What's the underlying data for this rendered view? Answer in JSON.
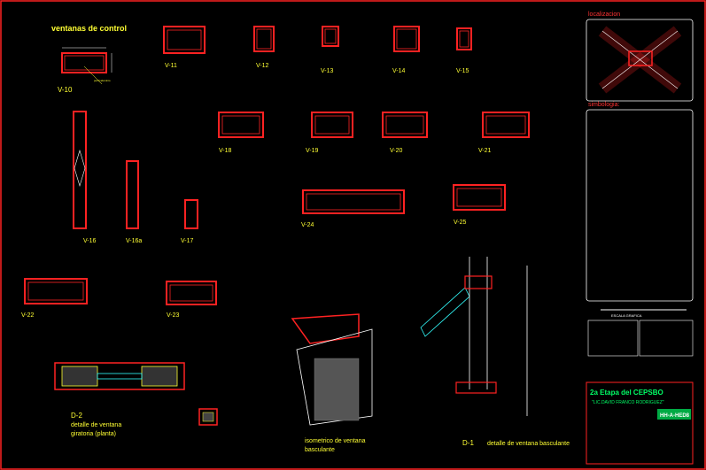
{
  "colors": {
    "background": "#000000",
    "frame": "#ff2222",
    "text": "#ffff33",
    "white": "#ffffff",
    "cyan": "#33ffff",
    "green": "#00ff66",
    "magenta": "#ff33ff",
    "hatch": "#ff66ff"
  },
  "title": "ventanas de control",
  "windows": {
    "v10": "V-10",
    "v11": "V-11",
    "v12": "V-12",
    "v13": "V-13",
    "v14": "V-14",
    "v15": "V-15",
    "v16": "V-16",
    "v16a": "V-16a",
    "v17": "V-17",
    "v18": "V-18",
    "v19": "V-19",
    "v20": "V-20",
    "v21": "V-21",
    "v22": "V-22",
    "v23": "V-23",
    "v24": "V-24",
    "v25": "V-25"
  },
  "details": {
    "d1_code": "D-1",
    "d1_label": "detalle de ventana basculante",
    "d2_code": "D-2",
    "d2_label_1": "detalle de ventana",
    "d2_label_2": "giratoria  (planta)",
    "iso_label_1": "isometrico de ventana",
    "iso_label_2": "basculante"
  },
  "side_panel": {
    "localizacion": "localizacion",
    "simbologia": "simbologia:",
    "escala": "ESCALA GRAFICA"
  },
  "title_block": {
    "project": "2a Etapa del CEPSBO",
    "author": "\"LIC.DAVID FRANCO RODRIGUEZ\"",
    "sheet": "HH-A-HED8"
  }
}
